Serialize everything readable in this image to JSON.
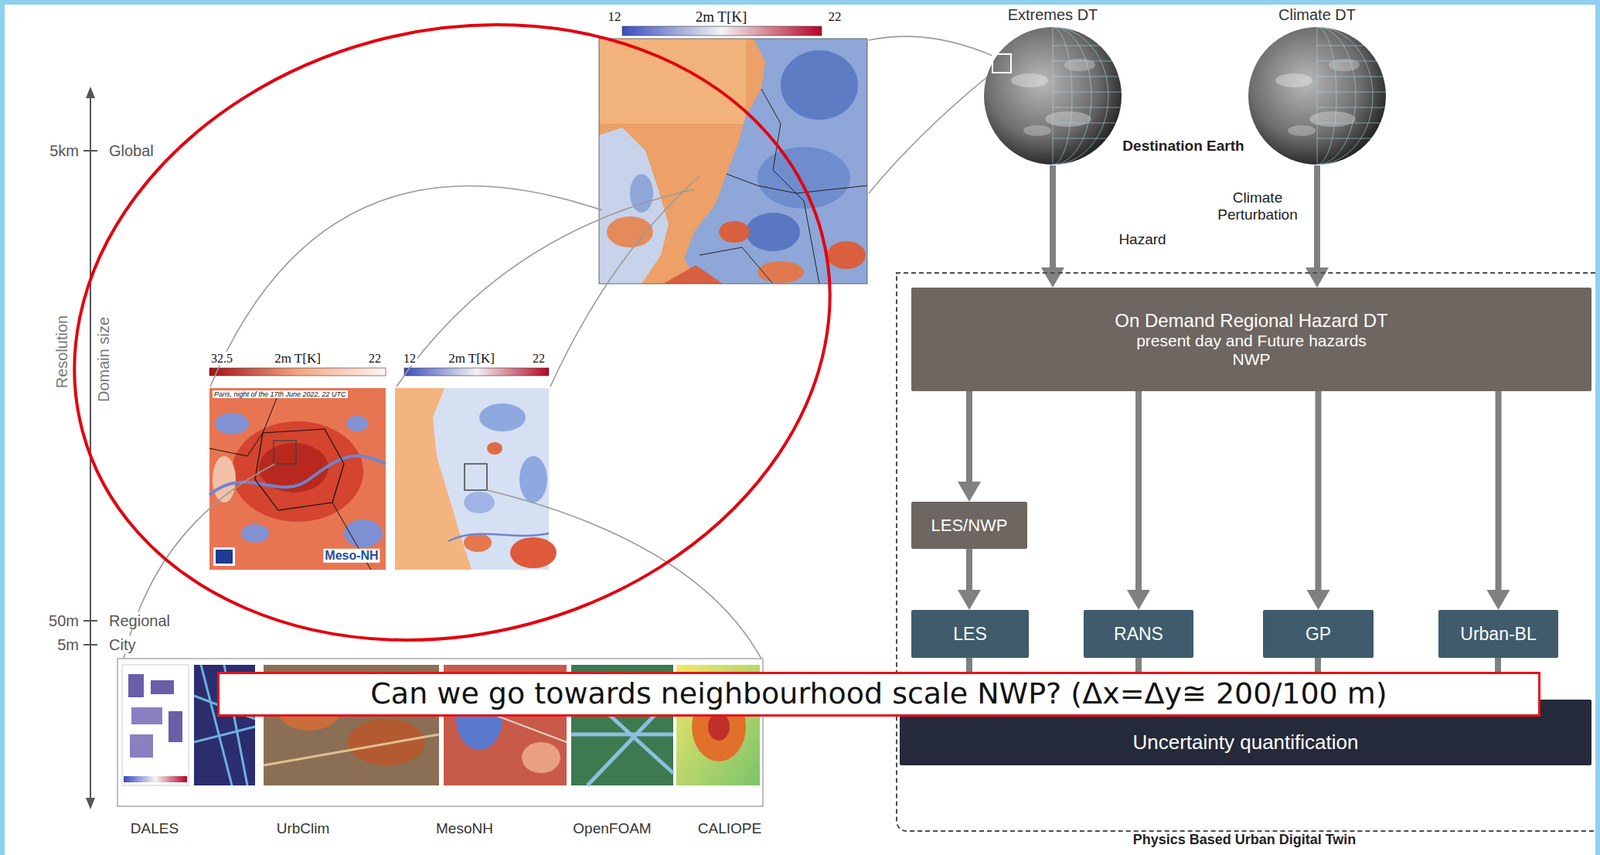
{
  "diagram": {
    "nodes": [
      {
        "text": [
          "Extremes DT"
        ]
      },
      {
        "text": [
          "Climate DT"
        ]
      },
      {
        "text": [
          "Physics Based Urban Digital Twin"
        ]
      },
      {
        "text": [
          "On Demand Regional Hazard DT",
          "present day and Future hazards",
          "NWP"
        ],
        "in": 2
      },
      {
        "text": [
          "LES/NWP"
        ],
        "in": 2
      },
      {
        "text": [
          "LES"
        ],
        "in": 2
      },
      {
        "text": [
          "RANS"
        ],
        "in": 2
      },
      {
        "text": [
          "GP"
        ],
        "in": 2
      },
      {
        "text": [
          "Urban-BL"
        ],
        "in": 2
      },
      {
        "text": [
          "Uncertainty quantification"
        ],
        "in": 2
      },
      {
        "text": [
          "Can we go towards neighbourhood scale NWP? (Δx=Δy≅ 200/100 m)"
        ]
      }
    ],
    "edges": [
      {
        "from": 0,
        "to": 3,
        "arrow": "to",
        "label": "Hazard"
      },
      {
        "from": 1,
        "to": 3,
        "arrow": "to",
        "label": "Climate Perturbation"
      },
      {
        "from": 3,
        "to": 4,
        "arrow": "to"
      },
      {
        "from": 3,
        "to": 6,
        "arrow": "to"
      },
      {
        "from": 3,
        "to": 7,
        "arrow": "to"
      },
      {
        "from": 3,
        "to": 8,
        "arrow": "to"
      },
      {
        "from": 4,
        "to": 5,
        "arrow": "to"
      }
    ],
    "labels": [
      "5km",
      "Global",
      "50m",
      "Regional",
      "5m",
      "City",
      "Resolution",
      "Domain size",
      "2m T[K]",
      "12",
      "22",
      "32.5",
      "2m T[K]",
      "22",
      "12",
      "2m T[K]",
      "22",
      "Paris, night of the 17th June 2022, 22 UTC",
      "Meso-NH",
      "Destination Earth",
      "DALES",
      "UrbClim",
      "MesoNH",
      "OpenFOAM",
      "CALIOPE"
    ]
  }
}
